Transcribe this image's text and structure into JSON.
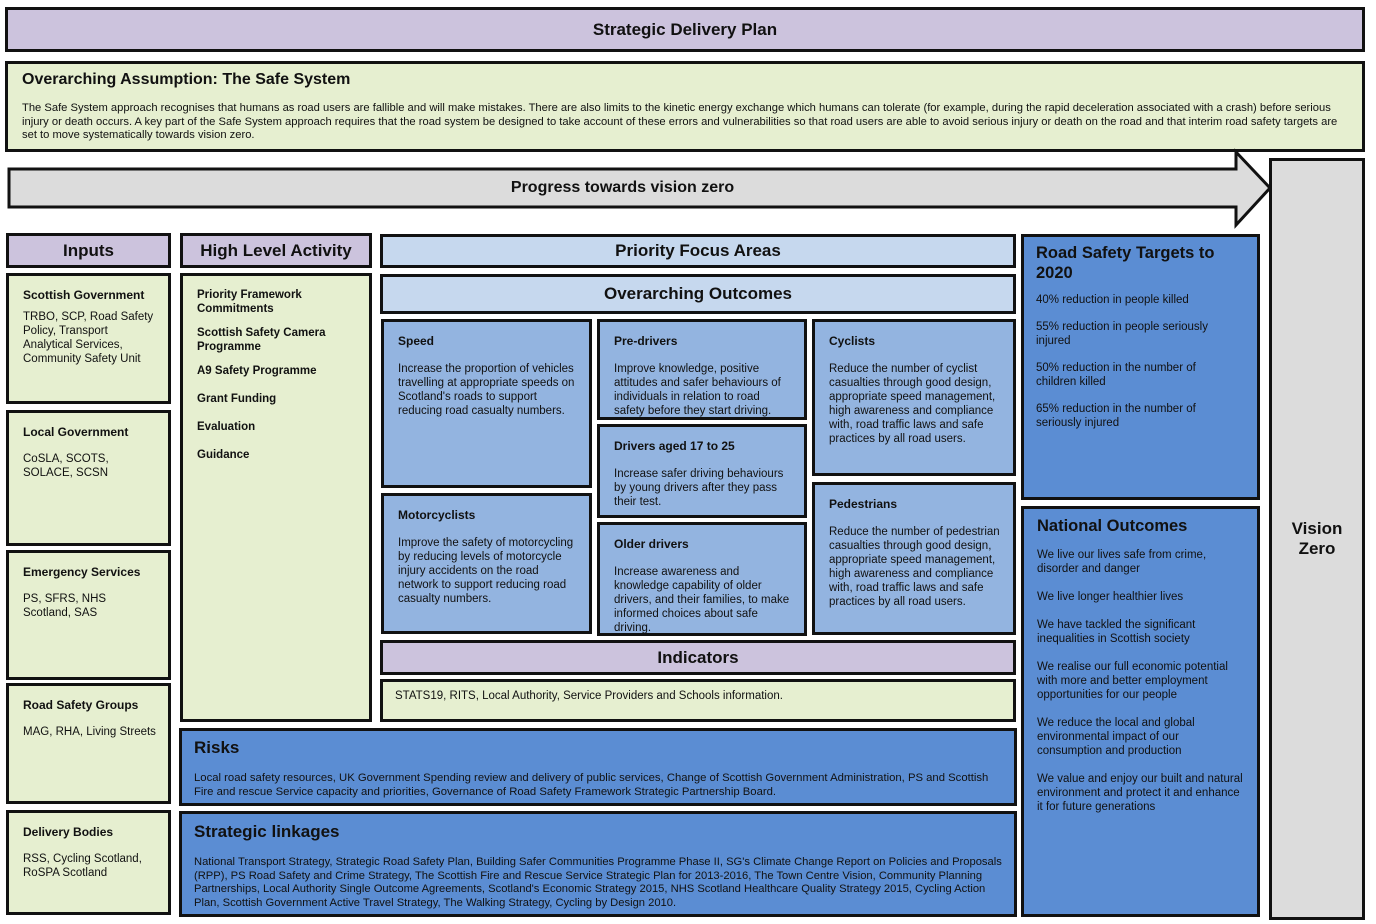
{
  "title": "Strategic Delivery Plan",
  "assumption": {
    "title": "Overarching Assumption: The Safe System",
    "text": "The Safe System approach recognises that humans as road users are fallible and will make mistakes.  There are also limits to the kinetic energy exchange which humans can tolerate (for example, during the rapid deceleration associated with a crash) before serious injury or death occurs.  A key part of the Safe System approach requires that the road system be designed to take account of these errors and vulnerabilities so that road users are able to avoid serious injury or death on the road and that interim road safety targets are set to move systematically towards vision zero."
  },
  "progress_label": "Progress towards vision zero",
  "vision_zero": "Vision Zero",
  "inputs": {
    "title": "Inputs",
    "groups": [
      {
        "heading": "Scottish Government",
        "text": "TRBO, SCP, Road Safety Policy, Transport Analytical Services, Community Safety Unit"
      },
      {
        "heading": "Local Government",
        "text": "CoSLA, SCOTS, SOLACE, SCSN"
      },
      {
        "heading": "Emergency Services",
        "text": "PS, SFRS, NHS Scotland, SAS"
      },
      {
        "heading": "Road Safety Groups",
        "text": "MAG, RHA, Living Streets"
      },
      {
        "heading": "Delivery Bodies",
        "text": "RSS, Cycling Scotland, RoSPA Scotland"
      }
    ]
  },
  "high_level_activity": {
    "title": "High Level Activity",
    "items": [
      "Priority Framework Commitments",
      "Scottish Safety Camera Programme",
      "A9 Safety Programme",
      "Grant Funding",
      "Evaluation",
      "Guidance"
    ]
  },
  "priority_focus_areas": "Priority Focus Areas",
  "overarching_outcomes": "Overarching Outcomes",
  "focus": {
    "speed": {
      "heading": "Speed",
      "text": "Increase the proportion of vehicles travelling at appropriate speeds on Scotland's roads to support reducing road casualty numbers."
    },
    "pre_drivers": {
      "heading": "Pre-drivers",
      "text": "Improve knowledge, positive attitudes and safer behaviours of individuals in relation to road safety before they start driving."
    },
    "cyclists": {
      "heading": "Cyclists",
      "text": "Reduce the number of cyclist casualties through good design, appropriate speed management, high awareness and compliance with, road traffic laws and safe practices by all road users."
    },
    "drivers_17_25": {
      "heading": "Drivers aged 17 to 25",
      "text": "Increase safer driving behaviours by young drivers after they pass their test."
    },
    "motorcyclists": {
      "heading": "Motorcyclists",
      "text": "Improve the safety of motorcycling by reducing levels of motorcycle injury accidents on the road network to support reducing road casualty numbers."
    },
    "older_drivers": {
      "heading": "Older drivers",
      "text": "Increase awareness and knowledge capability of older drivers, and their families, to make informed choices about safe driving."
    },
    "pedestrians": {
      "heading": "Pedestrians",
      "text": "Reduce the number of pedestrian casualties through good design, appropriate speed management, high awareness and compliance with, road traffic laws and safe practices by all road users."
    }
  },
  "indicators": {
    "title": "Indicators",
    "text": "STATS19, RITS, Local Authority, Service Providers and Schools information."
  },
  "risks": {
    "title": "Risks",
    "text": "Local road safety resources, UK Government Spending review and delivery of public services, Change of Scottish Government Administration, PS and Scottish Fire and rescue Service capacity and priorities, Governance of Road Safety Framework Strategic Partnership Board."
  },
  "strategic_linkages": {
    "title": "Strategic linkages",
    "text": "National Transport Strategy, Strategic Road Safety Plan, Building Safer Communities Programme Phase II, SG's Climate Change Report on Policies and Proposals (RPP), PS Road Safety and Crime Strategy, The Scottish Fire and Rescue Service Strategic Plan for 2013-2016, The Town Centre Vision, Community Planning Partnerships, Local Authority Single Outcome Agreements, Scotland's Economic Strategy 2015, NHS Scotland Healthcare Quality Strategy 2015, Cycling Action Plan, Scottish Government Active Travel Strategy, The Walking Strategy, Cycling by Design 2010."
  },
  "targets": {
    "title": "Road Safety Targets to 2020",
    "items": [
      "40% reduction in people killed",
      "55% reduction in people seriously injured",
      "50% reduction in the number of children killed",
      "65% reduction in the number of seriously injured"
    ]
  },
  "national_outcomes": {
    "title": "National Outcomes",
    "items": [
      "We live our lives safe from crime, disorder and danger",
      "We live longer healthier lives",
      "We have tackled the significant inequalities in Scottish society",
      "We realise our full economic potential with more and better employment opportunities for our people",
      "We reduce the local and global environmental impact of our consumption and production",
      "We value and enjoy our built and natural environment and protect it and enhance it for future generations"
    ]
  }
}
